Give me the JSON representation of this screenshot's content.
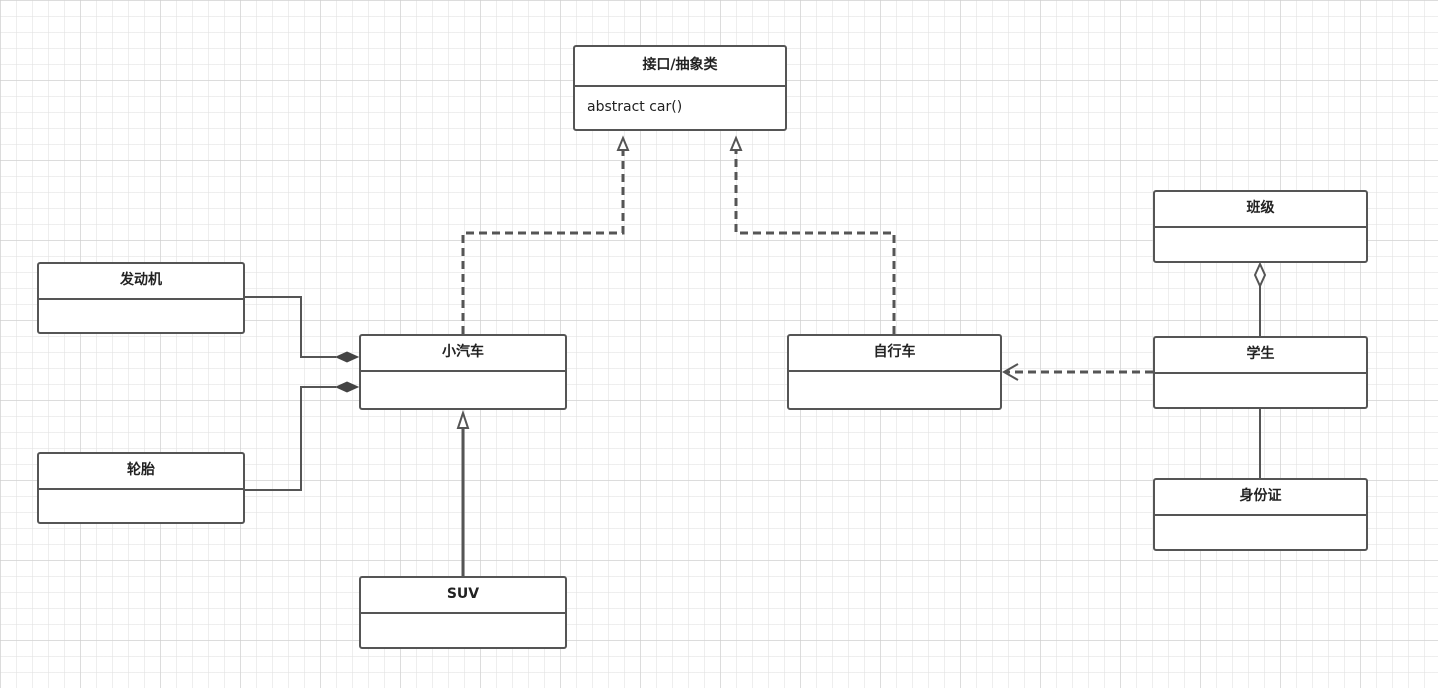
{
  "colors": {
    "border": "#555555",
    "connector": "#555555",
    "background": "#ffffff",
    "grid": "#d9d9d9"
  },
  "classes": {
    "interface": {
      "name": "接口/抽象类",
      "member": "abstract car()"
    },
    "car": {
      "name": "小汽车"
    },
    "engine": {
      "name": "发动机"
    },
    "tire": {
      "name": "轮胎"
    },
    "suv": {
      "name": "SUV"
    },
    "bicycle": {
      "name": "自行车"
    },
    "klass": {
      "name": "班级"
    },
    "student": {
      "name": "学生"
    },
    "idcard": {
      "name": "身份证"
    }
  }
}
